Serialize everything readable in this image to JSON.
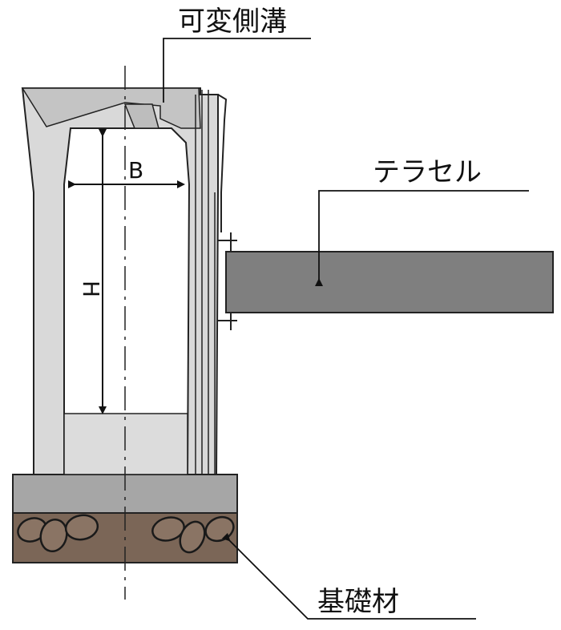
{
  "labels": {
    "gutter": "可変側溝",
    "terracell": "テラセル",
    "foundation": "基礎材",
    "width_dim": "B",
    "height_dim": "H"
  },
  "colors": {
    "concrete": "#d9d9d9",
    "concrete_dark": "#c4c4c4",
    "base_slab": "#a6a6a6",
    "terracell_panel": "#7f7f7f",
    "gravel_layer": "#7b6657",
    "stone_fill": "#8a7464",
    "sediment": "#dcdcdc",
    "outline": "#222222"
  }
}
